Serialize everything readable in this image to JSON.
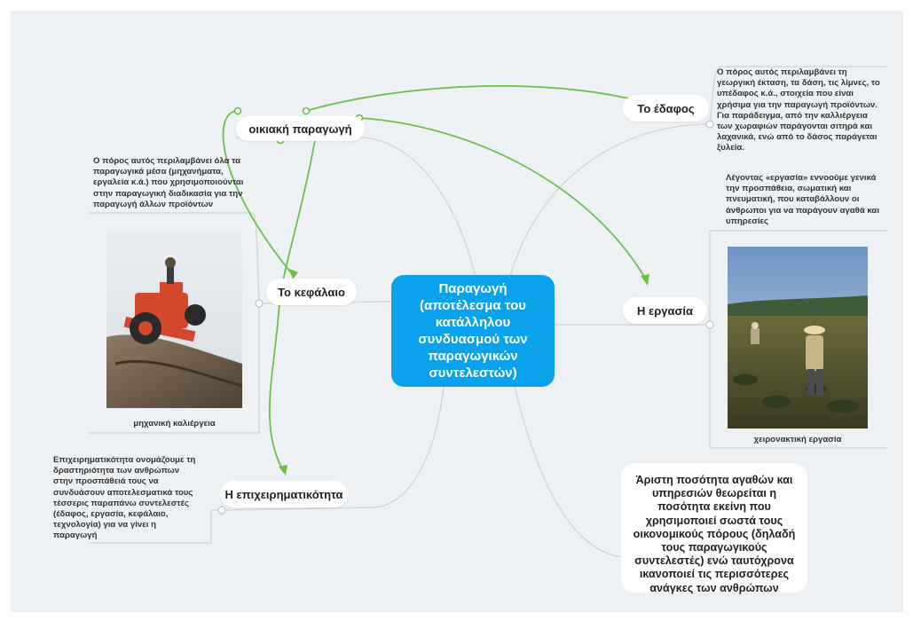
{
  "central": {
    "label": "Παραγωγή (αποτέλεσμα\nτου κατάλληλου\nσυνδυασμού των\nπαραγωγικών\nσυντελεστών)"
  },
  "nodes": {
    "home_production": "οικιακή παραγωγή",
    "capital": "Το κεφάλαιο",
    "entrepreneurship": "Η επιχειρηματικότητα",
    "land": "Το έδαφος",
    "labor": "Η εργασία"
  },
  "notes": {
    "land": "Ο πόρος αυτός περιλαμβάνει τη\nγεωργική έκταση, τα δάση, τις λίμνες, το\nυπέδαφος κ.ά., στοιχεία που είναι\nχρήσιμα για την παραγωγή προϊόντων.\nΓια παράδειγμα, από την καλλιέργεια\nτων χωραφιών παράγονται σιτηρά και\nλαχανικά, ενώ από το δάσος παράγεται\nξυλεία.",
    "labor": "Λέγοντας «εργασία» εννοούμε γενικά\nτην προσπάθεια, σωματική και\nπνευματική, που καταβάλλουν οι\nάνθρωποι για να παράγουν αγαθά και\nυπηρεσίες",
    "capital": "Ο πόρος αυτός περιλαμβάνει όλα τα\nπαραγωγικά μέσα (μηχανήματα,\nεργαλεία κ.ά.) που χρησιμοποιούνται\nστην παραγωγική διαδικασία για την\nπαραγωγή άλλων προϊόντων",
    "entrepreneurship": "Επιχειρηματικότητα ονομάζουμε τη\nδραστηριότητα των ανθρώπων\nστην προσπάθειά τους να\nσυνδυάσουν αποτελεσματικά τους\nτέσσερις παραπάνω συντελεστές\n(έδαφος, εργασία, κεφάλαιο,\nτεχνολογία) για να γίνει η\nπαραγωγή",
    "optimal": "Άριστη ποσότητα αγαθών και\nυπηρεσιών θεωρείται η\nποσότητα εκείνη που\nχρησιμοποιεί σωστά τους\nοικονομικούς πόρους (δηλαδή\nτους παραγωγικούς\nσυντελεστές) ενώ ταυτόχρονα\nικανοποιεί τις περισσότερες\nανάγκες των ανθρώπων"
  },
  "captions": {
    "tractor": "μηχανική καλιέργεια",
    "manual": "χειρονακτική εργασία"
  },
  "colors": {
    "central": "#0aa2ea",
    "connector": "#cfd4d9",
    "relation": "#6cc04a",
    "canvas": "#eef1f4"
  }
}
